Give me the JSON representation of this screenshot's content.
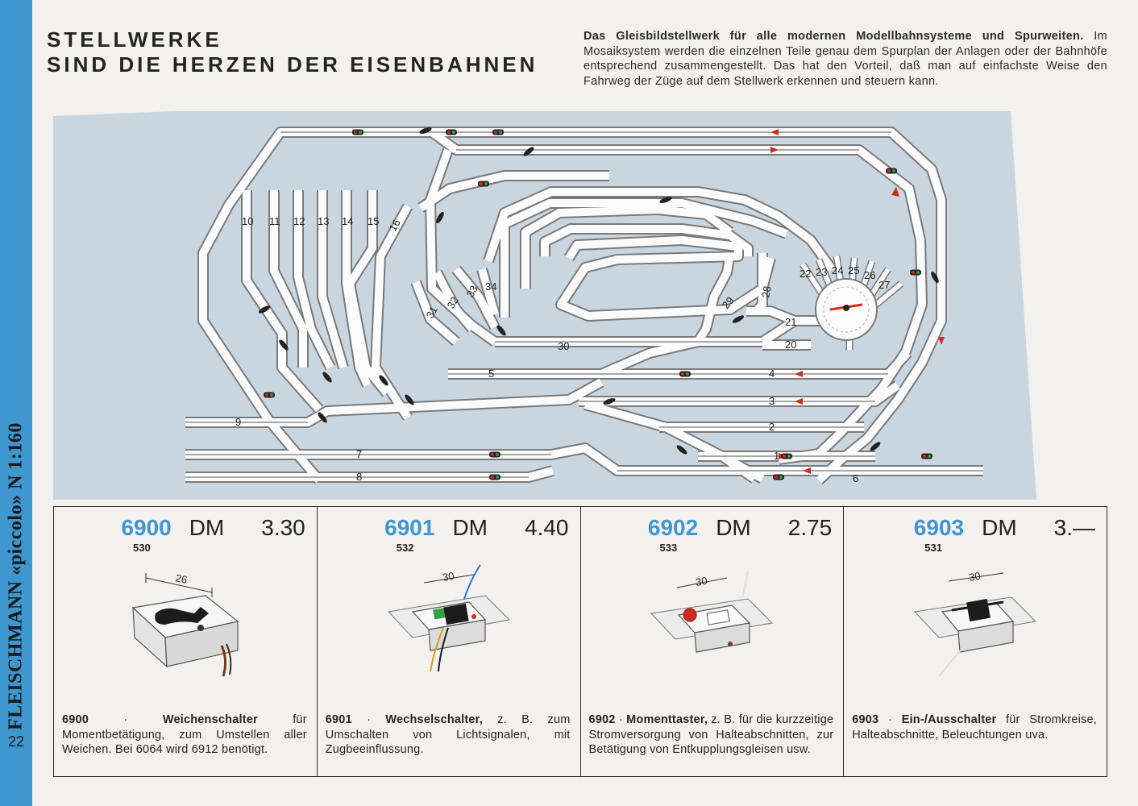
{
  "sidebar": {
    "brand": "FLEISCHMANN «piccolo» N 1:160",
    "page_number": "22"
  },
  "header": {
    "headline_line1": "STELLWERKE",
    "headline_line2": "SIND DIE HERZEN DER EISENBAHNEN",
    "intro_bold": "Das Gleisbildstellwerk für alle modernen Modellbahnsysteme und Spurweiten.",
    "intro_text": "Im Mosaiksystem werden die einzelnen Teile genau dem Spurplan der Anlagen oder der Bahnhöfe entsprechend zusammengestellt. Das hat den Vorteil, daß man auf einfachste Weise den Fahrweg der Züge auf dem Stellwerk erkennen und steuern kann."
  },
  "diagram": {
    "siding_labels": [
      "10",
      "11",
      "12",
      "13",
      "14",
      "15"
    ],
    "track_labels": {
      "t1": "1",
      "t2": "2",
      "t3": "3",
      "t4": "4",
      "t5": "5",
      "t6": "6",
      "t7": "7",
      "t8": "8",
      "t9": "9",
      "t16": "16",
      "t20": "20",
      "t21": "21",
      "t28": "28",
      "t29": "29",
      "t30": "30",
      "t31": "31",
      "t32": "32",
      "t33": "33",
      "t34": "34"
    },
    "turntable_labels": [
      "22",
      "23",
      "24",
      "25",
      "26",
      "27"
    ],
    "colors": {
      "board": "#c9d6df",
      "track": "#fbfbfb",
      "outline": "#6a6a6a",
      "signal_red": "#d42a1e",
      "signal_green": "#2ea043"
    }
  },
  "products": [
    {
      "number": "6900",
      "currency": "DM",
      "price": "3.30",
      "old_number": "530",
      "dimension": "26",
      "desc_code": "6900",
      "desc_name": "Weichenschalter",
      "desc_text": "für Momentbetätigung, zum Umstellen aller Weichen. Bei 6064 wird 6912 benötigt."
    },
    {
      "number": "6901",
      "currency": "DM",
      "price": "4.40",
      "old_number": "532",
      "dimension": "30",
      "desc_code": "6901",
      "desc_name": "Wechselschalter,",
      "desc_text": "z. B. zum Umschalten von Lichtsignalen, mit Zugbeeinflussung."
    },
    {
      "number": "6902",
      "currency": "DM",
      "price": "2.75",
      "old_number": "533",
      "dimension": "30",
      "desc_code": "6902",
      "desc_name": "Momenttaster,",
      "desc_text": "z. B. für die kurzzeitige Stromversorgung von Halteabschnitten, zur Betätigung von Entkupplungsgleisen usw."
    },
    {
      "number": "6903",
      "currency": "DM",
      "price": "3.—",
      "old_number": "531",
      "dimension": "30",
      "desc_code": "6903",
      "desc_name": "Ein-/Ausschalter",
      "desc_text": "für Stromkreise, Halteabschnitte, Beleuchtungen uva."
    }
  ]
}
